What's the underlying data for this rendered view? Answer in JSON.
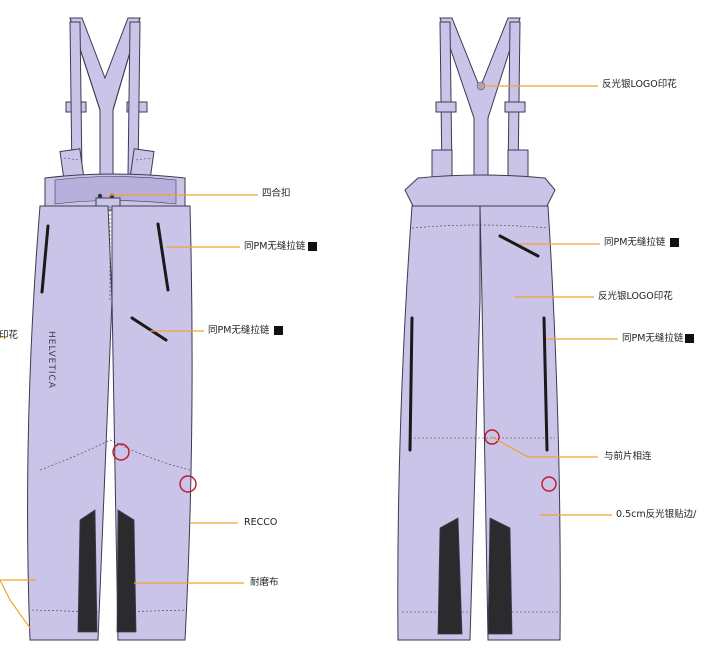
{
  "colors": {
    "fabric": "#c9c4e8",
    "fabric_dark": "#b7b0dc",
    "outline": "#3b3b52",
    "black_panel": "#2b2b2e",
    "callout_line": "#f2a233",
    "reflective": "#a8a6b8",
    "recco_circle": "#c0182d"
  },
  "front_view": {
    "waist_brand": "HELVETICA",
    "labels": {
      "snap": "四合扣",
      "zip_pocket_top": "同PM无缝拉链",
      "zip_pocket_mid": "同PM无缝拉链",
      "recco": "RECCO",
      "abrasion": "耐磨布",
      "left_edge": "印花"
    }
  },
  "back_view": {
    "labels": {
      "suspender_logo": "反光银LOGO印花",
      "zip_back": "同PM无缝拉链",
      "back_logo": "反光银LOGO印花",
      "zip_side": "同PM无缝拉链",
      "joined_front": "与前片相连",
      "reflective_tape": "0.5cm反光银贴边/"
    }
  }
}
